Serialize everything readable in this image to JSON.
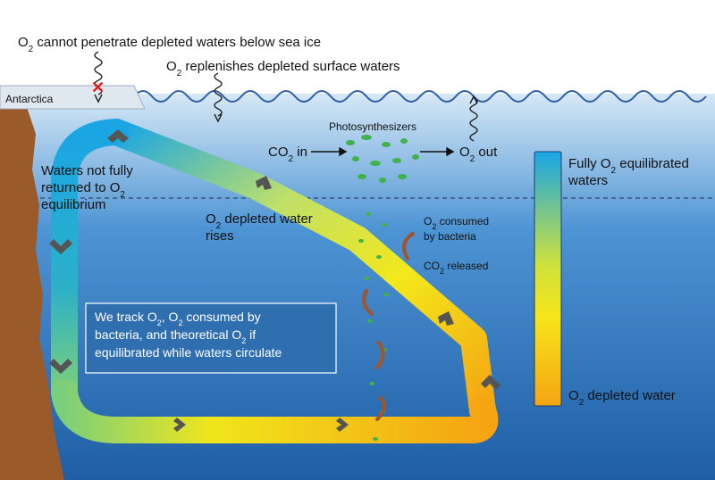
{
  "labels": {
    "sea_ice_block": [
      "O",
      "2",
      " cannot penetrate depleted waters below sea ice"
    ],
    "surface_replenish": [
      "O",
      "2",
      " replenishes depleted surface waters"
    ],
    "antarctica": "Antarctica",
    "photosynthesizers": "Photosynthesizers",
    "co2_in": [
      "CO",
      "2",
      " in"
    ],
    "o2_out": [
      "O",
      "2",
      " out"
    ],
    "not_returned": [
      "Waters not fully",
      "returned to O",
      "2",
      "equilibrium"
    ],
    "depleted_rises": [
      "O",
      "2",
      " depleted water",
      "rises"
    ],
    "consumed_by_bacteria": [
      "O",
      "2",
      " consumed",
      "by bacteria"
    ],
    "co2_released": [
      "CO",
      "2",
      " released"
    ],
    "track_note": [
      "We track O",
      "2",
      ", O",
      "2",
      " consumed by",
      "bacteria, and theoretical O",
      "2",
      " if",
      "equilibrated while waters circulate"
    ]
  },
  "legend": {
    "top": [
      "Fully O",
      "2",
      " equilibrated",
      "waters"
    ],
    "bottom": [
      "O",
      "2",
      " depleted water"
    ]
  },
  "colors": {
    "sky": "#ffffff",
    "ocean_top": "#cfe3f4",
    "ocean_mid": "#3f8bd0",
    "ocean_bottom": "#1f5fa6",
    "land": "#9a5a2a",
    "ice": "#dfe8ef",
    "flow_high_o2": "#1aa6e4",
    "flow_mid": "#f3e81b",
    "flow_low_o2": "#f5a412",
    "phyto": "#3fb24a",
    "bacteria": "#a0552a",
    "chevron": "#555555",
    "no_penetration_mark": "#e11d1d"
  },
  "icons": [
    "wavy-arrow-icon",
    "x-mark-icon",
    "chevron-icon",
    "bacteria-arc-icon",
    "phytoplankton-icon"
  ]
}
